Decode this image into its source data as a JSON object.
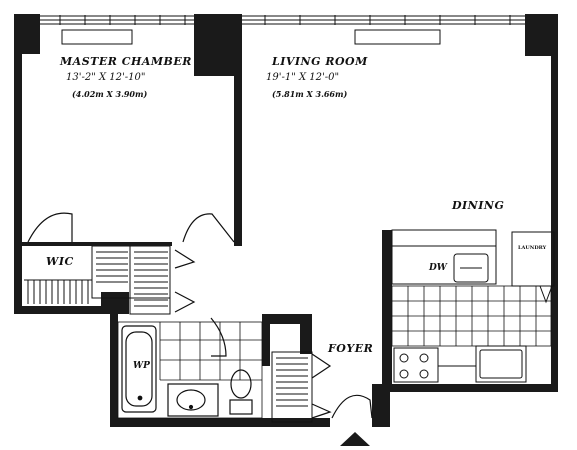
{
  "rooms": {
    "master": {
      "name": "MASTER CHAMBER",
      "dim_ft": "13'-2\" X 12'-10\"",
      "dim_m": "(4.02m X 3.90m)"
    },
    "living": {
      "name": "LIVING ROOM",
      "dim_ft": "19'-1\" X 12'-0\"",
      "dim_m": "(5.81m X 3.66m)"
    },
    "dining": {
      "name": "DINING"
    },
    "wic": {
      "name": "WIC"
    },
    "foyer": {
      "name": "FOYER"
    }
  },
  "fixtures": {
    "dishwasher": "DW",
    "laundry": "LAUNDRY",
    "whirlpool": "WP"
  },
  "colors": {
    "wall": "#1a1a1a",
    "ink": "#111111",
    "paper": "#ffffff"
  }
}
